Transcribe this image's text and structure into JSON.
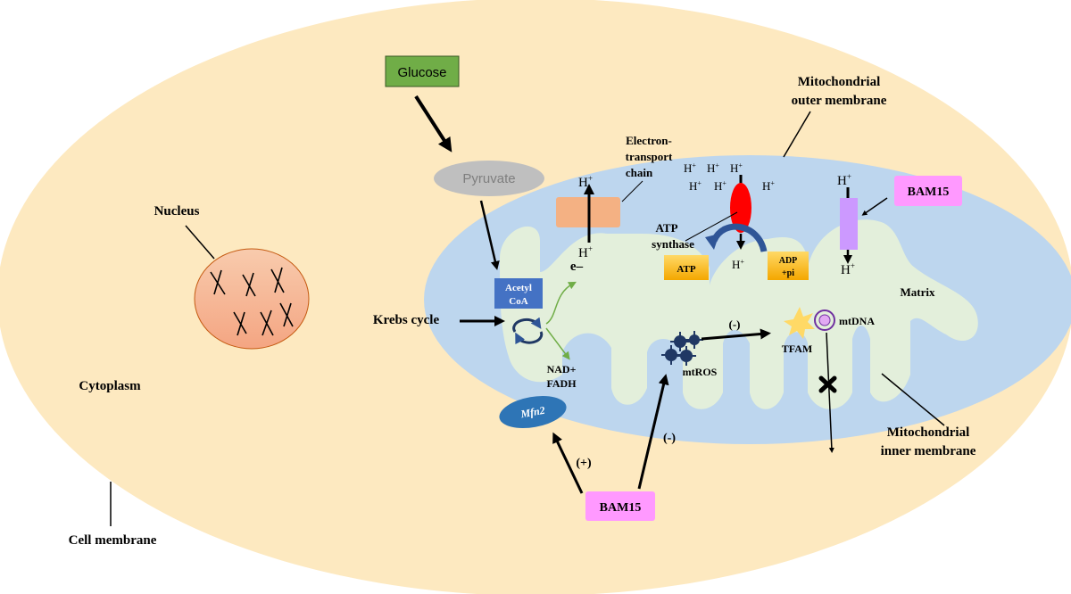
{
  "labels": {
    "glucose": "Glucose",
    "pyruvate": "Pyruvate",
    "nucleus": "Nucleus",
    "cytoplasm": "Cytoplasm",
    "cell_membrane": "Cell membrane",
    "krebs_cycle": "Krebs cycle",
    "acetyl": "Acetyl",
    "coa": "CoA",
    "e_minus": "e–",
    "nad": "NAD+",
    "fadh": "FADH",
    "mfn2": "Mfn2",
    "plus_sign": "(+)",
    "minus_sign_1": "(-)",
    "minus_sign_2": "(-)",
    "bam15_bottom": "BAM15",
    "bam15_top": "BAM15",
    "etc_line1": "Electron-",
    "etc_line2": "transport",
    "etc_line3": "chain",
    "outer_line1": "Mitochondrial",
    "outer_line2": "outer membrane",
    "inner_line1": "Mitochondrial",
    "inner_line2": "inner membrane",
    "atp_synthase_1": "ATP",
    "atp_synthase_2": "synthase",
    "atp": "ATP",
    "adp_1": "ADP",
    "adp_2": "+pi",
    "matrix": "Matrix",
    "mtros": "mtROS",
    "tfam": "TFAM",
    "mtdna": "mtDNA",
    "h": "H",
    "plus": "+"
  },
  "colors": {
    "cell": "#fde9c0",
    "mito_outer": "#bdd6ee",
    "mito_inner": "#e3efdb",
    "glucose": "#70ad47",
    "pyruvate": "#bfbfbf",
    "nucleus": "#f4b183",
    "acetyl": "#4472c4",
    "mfn2": "#2e75b6",
    "bam15": "#ff99ff",
    "etc": "#f4b183",
    "atp_synthase": "#ff0000",
    "atp_box": "#ffc000",
    "uncoupler": "#cc99ff",
    "tfam": "#ffd966",
    "mtdna": "#e2a9f3",
    "ros": "#203864",
    "green_arrow": "#70ad47",
    "rotation_arrow": "#2f5597"
  }
}
